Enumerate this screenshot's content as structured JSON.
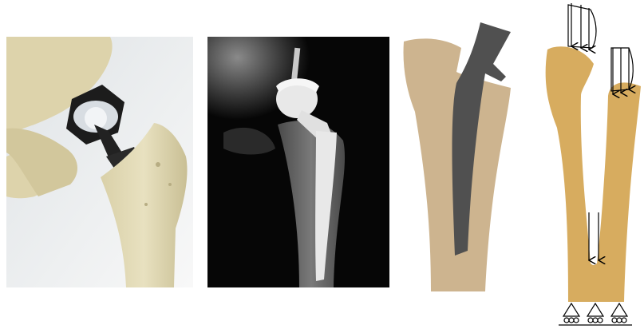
{
  "panels": [
    {
      "id": "photo",
      "name": "hip-implant-photo"
    },
    {
      "id": "xray",
      "name": "hip-implant-xray"
    },
    {
      "id": "schematic",
      "name": "stem-in-femur-schematic"
    },
    {
      "id": "model",
      "name": "loaded-femur-model"
    }
  ],
  "colors": {
    "bone_light": "#cdb48f",
    "bone_model": "#d7ac5f",
    "stem": "#505050",
    "xray_bg": "#060606",
    "implant_white": "#e8e8e8"
  },
  "icons": [
    "load-arrow-icon",
    "roller-support-icon"
  ]
}
